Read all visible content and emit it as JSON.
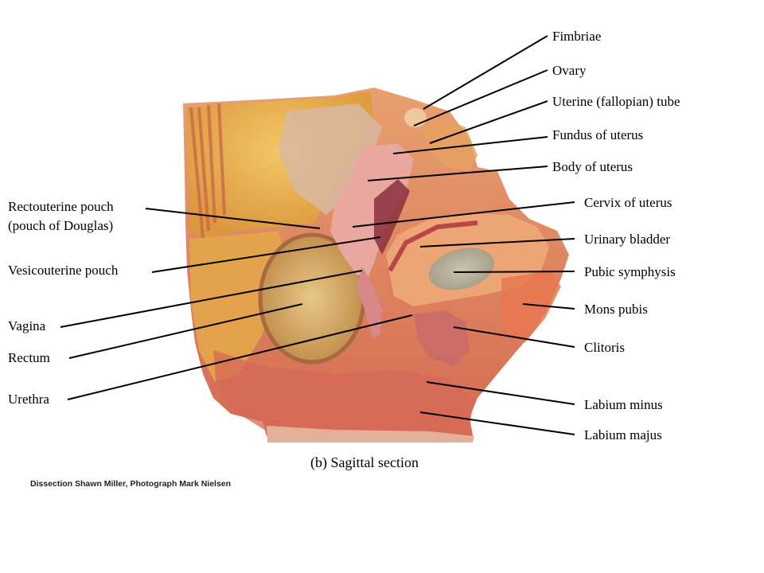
{
  "labels_right": [
    "Fimbriae",
    "Ovary",
    "Uterine (fallopian) tube",
    "Fundus of uterus",
    "Body of uterus",
    "Cervix of uterus",
    "Urinary bladder",
    "Pubic symphysis",
    "Mons pubis",
    "Clitoris",
    "Labium minus",
    "Labium majus"
  ],
  "labels_left": [
    [
      "Rectouterine pouch",
      "(pouch of Douglas)"
    ],
    "Vesicouterine pouch",
    "Vagina",
    "Rectum",
    "Urethra"
  ],
  "caption": "(b) Sagittal section",
  "credit": "Dissection Shawn Miller, Photograph Mark Nielsen",
  "colors": {
    "tissue_base": "#e8906a",
    "fat_yellow": "#e8b84a",
    "uterus_pink": "#e8a8a0",
    "cavity_dark": "#8a3040",
    "skin": "#e07858",
    "leader_line": "#000000"
  }
}
